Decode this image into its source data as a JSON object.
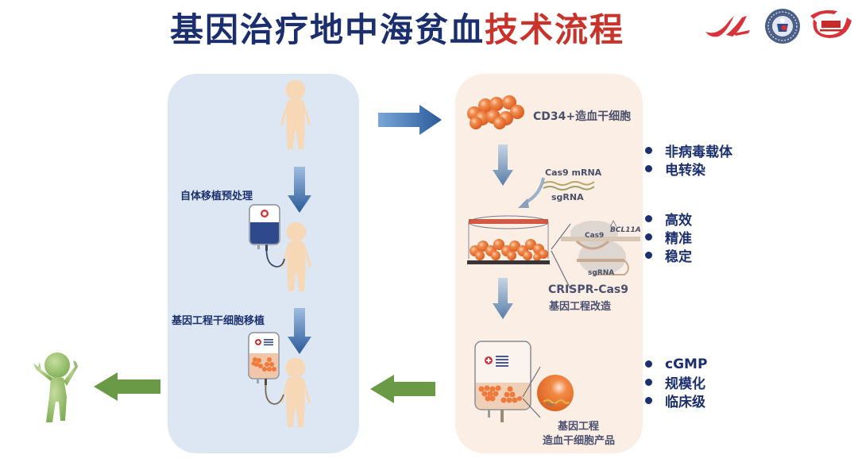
{
  "title": {
    "part_blue": "基因治疗地中海贫血",
    "part_red": "技术流程"
  },
  "logos": [
    "red-swoosh-logo",
    "institution-seal-logo",
    "red-arc-logo"
  ],
  "left_panel": {
    "step1_label": "自体移植预处理",
    "step2_label": "基因工程干细胞移植"
  },
  "right_panel": {
    "cells_label": "CD34+造血干细胞",
    "cas9_mrna_label": "Cas9 mRNA",
    "sgrna_label": "sgRNA",
    "detail_cas9_label": "Cas9",
    "detail_gene_label": "BCL11A",
    "detail_sgrna_label": "sgRNA",
    "crispr_title": "CRISPR-Cas9",
    "crispr_subtitle": "基因工程改造",
    "product_line1": "基因工程",
    "product_line2": "造血干细胞产品"
  },
  "bullet_groups": [
    {
      "items": [
        "非病毒载体",
        "电转染"
      ]
    },
    {
      "items": [
        "高效",
        "精准",
        "稳定"
      ]
    },
    {
      "items": [
        "cGMP",
        "规模化",
        "临床级"
      ]
    }
  ],
  "colors": {
    "title_blue": "#1b2f6e",
    "title_red": "#c8332b",
    "left_panel_bg": "#dde7f3",
    "right_panel_bg": "#fbeee4",
    "arrow_blue": "#3f6fb0",
    "arrow_green": "#6a9a45",
    "cell_orange": "#ee7a3c"
  }
}
